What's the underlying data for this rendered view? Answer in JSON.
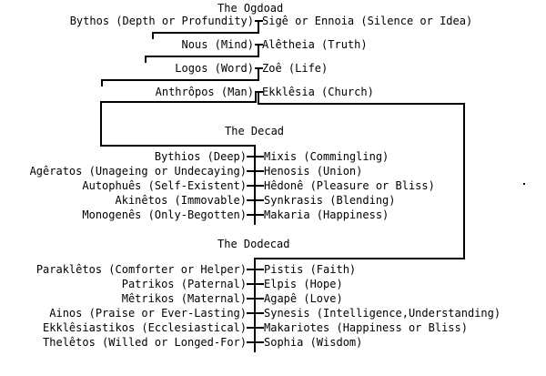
{
  "diagram": {
    "title_ogdoad": "The Ogdoad",
    "title_decad": "The Decad",
    "title_dodecad": "The Dodecad",
    "ogdoad": [
      {
        "left": "Bythos (Depth or Profundity)",
        "right": "Sigê or Ennoia (Silence or Idea)"
      },
      {
        "left": "Nous (Mind)",
        "right": "Alêtheia (Truth)"
      },
      {
        "left": "Logos (Word)",
        "right": "Zoê (Life)"
      },
      {
        "left": "Anthrôpos (Man)",
        "right": "Ekklêsia (Church)"
      }
    ],
    "decad": [
      {
        "left": "Bythios (Deep)",
        "right": "Mixis (Commingling)"
      },
      {
        "left": "Agêratos (Unageing or Undecaying)",
        "right": "Henosis (Union)"
      },
      {
        "left": "Autophuês (Self-Existent)",
        "right": "Hêdonê (Pleasure or Bliss)"
      },
      {
        "left": "Akinêtos (Immovable)",
        "right": "Synkrasis (Blending)"
      },
      {
        "left": "Monogenês (Only-Begotten)",
        "right": "Makaria (Happiness)"
      }
    ],
    "dodecad": [
      {
        "left": "Paraklêtos (Comforter or Helper)",
        "right": "Pistis (Faith)"
      },
      {
        "left": "Patrikos (Paternal)",
        "right": "Elpis (Hope)"
      },
      {
        "left": "Mêtrikos (Maternal)",
        "right": "Agapê (Love)"
      },
      {
        "left": "Ainos (Praise or Ever-Lasting)",
        "right": "Synesis (Intelligence,Understanding)"
      },
      {
        "left": "Ekklêsiastikos (Ecclesiastical)",
        "right": "Makariotes (Happiness or Bliss)"
      },
      {
        "left": "Thelêtos (Willed or Longed-For)",
        "right": "Sophia (Wisdom)"
      }
    ]
  },
  "colors": {
    "ink": "#000000",
    "paper": "#ffffff"
  }
}
